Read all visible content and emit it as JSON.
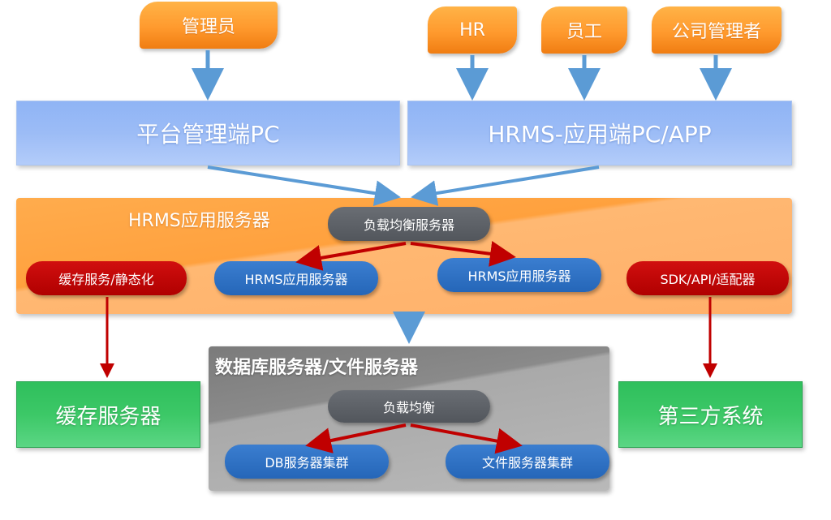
{
  "roles": {
    "admin": "管理员",
    "hr": "HR",
    "employee": "员工",
    "company_admin": "公司管理者"
  },
  "clients": {
    "platform_admin": "平台管理端PC",
    "hrms_app": "HRMS-应用端PC/APP"
  },
  "app_server": {
    "title": "HRMS应用服务器",
    "load_balancer": "负载均衡服务器",
    "cache_service": "缓存服务/静态化",
    "hrms_server_1": "HRMS应用服务器",
    "hrms_server_2": "HRMS应用服务器",
    "sdk_adapter": "SDK/API/适配器"
  },
  "db_server": {
    "title": "数据库服务器/文件服务器",
    "load_balancer": "负载均衡",
    "db_cluster": "DB服务器集群",
    "file_cluster": "文件服务器集群"
  },
  "external": {
    "cache_server": "缓存服务器",
    "third_party": "第三方系统"
  },
  "colors": {
    "role_orange": "#ff9a2e",
    "client_blue": "#9cbcf6",
    "panel_orange": "#ffa13e",
    "arrow_blue": "#5b9bd5",
    "arrow_red": "#c00000",
    "box_green": "#3cc867",
    "panel_grey": "#8a8a8a"
  }
}
